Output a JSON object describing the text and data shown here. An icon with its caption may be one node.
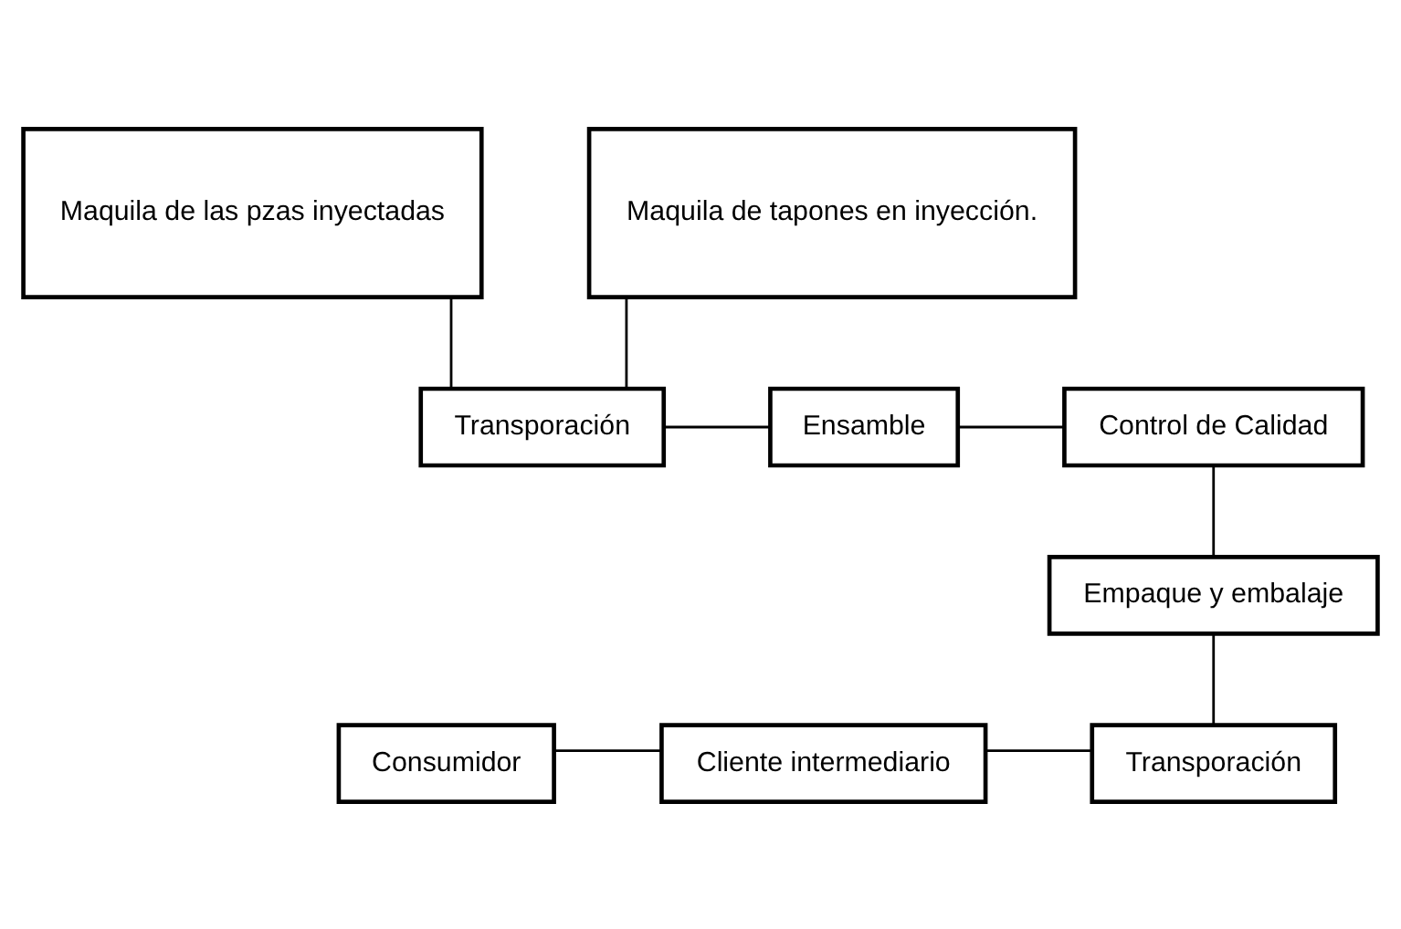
{
  "diagram": {
    "nodes": [
      {
        "text": [
          "Maquila de las pzas inyectadas"
        ]
      },
      {
        "text": [
          "Maquila de tapones en inyección."
        ]
      },
      {
        "text": [
          "Transporación"
        ]
      },
      {
        "text": [
          "Ensamble"
        ]
      },
      {
        "text": [
          "Control de Calidad"
        ]
      },
      {
        "text": [
          "Empaque y embalaje"
        ]
      },
      {
        "text": [
          "Transporación"
        ]
      },
      {
        "text": [
          "Cliente intermediario"
        ]
      },
      {
        "text": [
          "Consumidor"
        ]
      }
    ],
    "edges": [
      {
        "from": 0,
        "to": 2,
        "arrow": "none"
      },
      {
        "from": 1,
        "to": 2,
        "arrow": "none"
      },
      {
        "from": 2,
        "to": 3,
        "arrow": "none"
      },
      {
        "from": 3,
        "to": 4,
        "arrow": "none"
      },
      {
        "from": 4,
        "to": 5,
        "arrow": "none"
      },
      {
        "from": 5,
        "to": 6,
        "arrow": "none"
      },
      {
        "from": 6,
        "to": 7,
        "arrow": "none"
      },
      {
        "from": 7,
        "to": 8,
        "arrow": "none"
      }
    ]
  }
}
